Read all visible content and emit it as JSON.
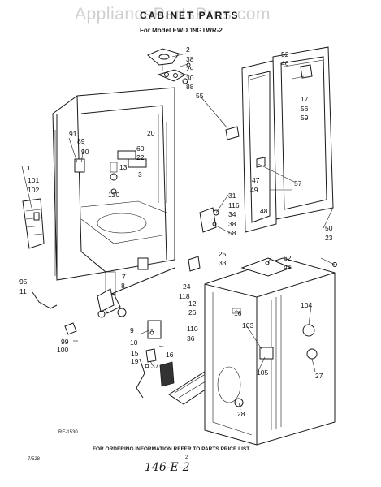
{
  "watermark": "AppliancePartsPros.com",
  "header": {
    "title": "CABINET PARTS",
    "subtitle": "For Model EWD 19GTWR-2"
  },
  "diagram_code": "RE-1530",
  "footer_note": "FOR ORDERING INFORMATION REFER TO PARTS PRICE LIST",
  "page_number": "2",
  "corner_code": "7/528",
  "handwritten": "146-E-2",
  "callouts": {
    "c1": "1",
    "c2": "2",
    "c3": "3",
    "c7": "7",
    "c8": "8",
    "c9": "9",
    "c10": "10",
    "c11": "11",
    "c12": "12",
    "c13": "13",
    "c15": "15",
    "c16a": "16",
    "c16b": "16",
    "c17": "17",
    "c19": "19",
    "c20": "20",
    "c22": "22",
    "c23": "23",
    "c24": "24",
    "c25": "25",
    "c26": "26",
    "c27": "27",
    "c28": "28",
    "c29": "29",
    "c30": "30",
    "c31": "31",
    "c33": "33",
    "c34": "34",
    "c36": "36",
    "c37": "37",
    "c38a": "38",
    "c38b": "38",
    "c44": "44",
    "c46": "46",
    "c47": "47",
    "c48": "48",
    "c49": "49",
    "c50": "50",
    "c52": "52",
    "c55": "55",
    "c56": "56",
    "c57": "57",
    "c58": "58",
    "c59": "59",
    "c60": "60",
    "c62": "62",
    "c88": "88",
    "c89": "89",
    "c90": "90",
    "c91": "91",
    "c95": "95",
    "c99": "99",
    "c100": "100",
    "c101": "101",
    "c102": "102",
    "c103": "103",
    "c104": "104",
    "c105": "105",
    "c110": "110",
    "c116": "116",
    "c118": "118",
    "c120": "120"
  }
}
